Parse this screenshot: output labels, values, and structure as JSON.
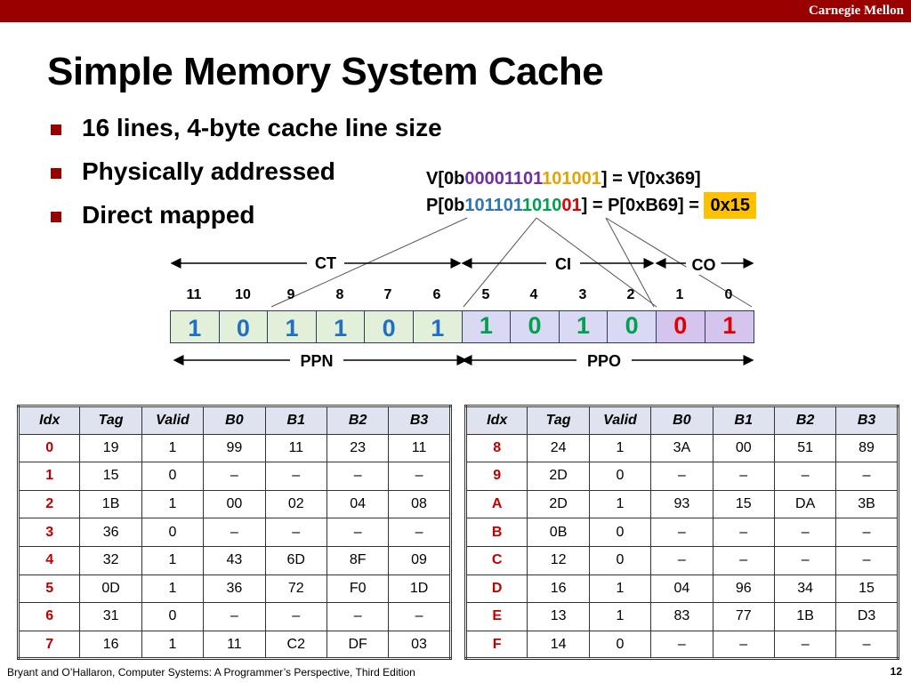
{
  "header": {
    "brand": "Carnegie Mellon"
  },
  "title": "Simple Memory System Cache",
  "bullets": [
    "16 lines, 4-byte cache line size",
    "Physically addressed",
    "Direct mapped"
  ],
  "virtual_address": {
    "prefix": "V[0b",
    "part_purple": "00001101",
    "part_orange": "101001",
    "suffix": "] = V[0x369]"
  },
  "physical_address": {
    "prefix": "P[0b",
    "part_blue": "101101",
    "part_green": "1010",
    "part_red": "01",
    "suffix": "] = P[0xB69] = ",
    "tag_highlight": "0x15"
  },
  "fields": {
    "ct": "CT",
    "ci": "CI",
    "co": "CO",
    "ppn": "PPN",
    "ppo": "PPO"
  },
  "bit_indices": [
    "11",
    "10",
    "9",
    "8",
    "7",
    "6",
    "5",
    "4",
    "3",
    "2",
    "1",
    "0"
  ],
  "bits": {
    "ppn": [
      "1",
      "0",
      "1",
      "1",
      "0",
      "1"
    ],
    "ci": [
      "1",
      "0",
      "1",
      "0"
    ],
    "co": [
      "0",
      "1"
    ]
  },
  "columns": [
    "Idx",
    "Tag",
    "Valid",
    "B0",
    "B1",
    "B2",
    "B3"
  ],
  "left_rows": [
    [
      "0",
      "19",
      "1",
      "99",
      "11",
      "23",
      "11"
    ],
    [
      "1",
      "15",
      "0",
      "–",
      "–",
      "–",
      "–"
    ],
    [
      "2",
      "1B",
      "1",
      "00",
      "02",
      "04",
      "08"
    ],
    [
      "3",
      "36",
      "0",
      "–",
      "–",
      "–",
      "–"
    ],
    [
      "4",
      "32",
      "1",
      "43",
      "6D",
      "8F",
      "09"
    ],
    [
      "5",
      "0D",
      "1",
      "36",
      "72",
      "F0",
      "1D"
    ],
    [
      "6",
      "31",
      "0",
      "–",
      "–",
      "–",
      "–"
    ],
    [
      "7",
      "16",
      "1",
      "11",
      "C2",
      "DF",
      "03"
    ]
  ],
  "right_rows": [
    [
      "8",
      "24",
      "1",
      "3A",
      "00",
      "51",
      "89"
    ],
    [
      "9",
      "2D",
      "0",
      "–",
      "–",
      "–",
      "–"
    ],
    [
      "A",
      "2D",
      "1",
      "93",
      "15",
      "DA",
      "3B"
    ],
    [
      "B",
      "0B",
      "0",
      "–",
      "–",
      "–",
      "–"
    ],
    [
      "C",
      "12",
      "0",
      "–",
      "–",
      "–",
      "–"
    ],
    [
      "D",
      "16",
      "1",
      "04",
      "96",
      "34",
      "15"
    ],
    [
      "E",
      "13",
      "1",
      "83",
      "77",
      "1B",
      "D3"
    ],
    [
      "F",
      "14",
      "0",
      "–",
      "–",
      "–",
      "–"
    ]
  ],
  "footer": {
    "citation": "Bryant and O’Hallaron, Computer Systems: A Programmer’s Perspective, Third Edition",
    "page": "12"
  }
}
